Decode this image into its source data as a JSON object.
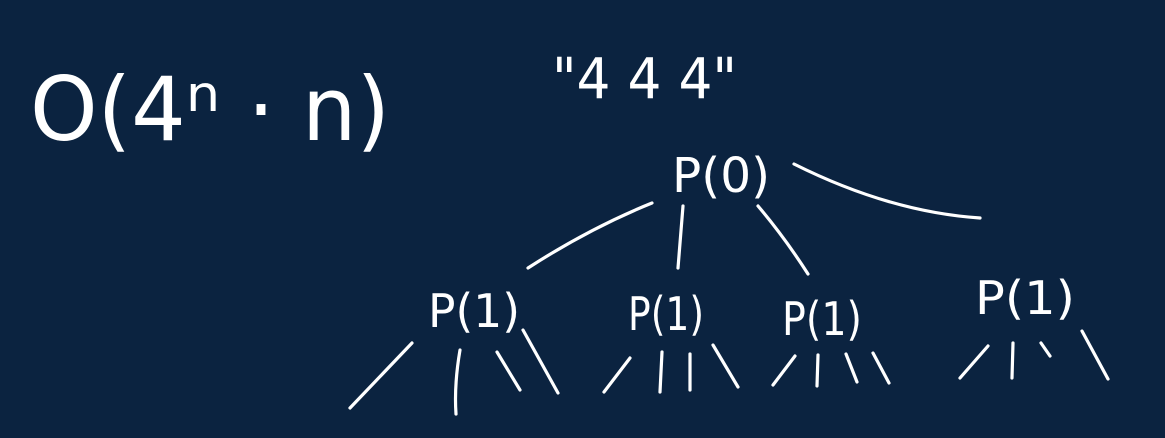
{
  "canvas": {
    "background": "#0b2340",
    "ink_color": "#ffffff"
  },
  "complexity": {
    "text": "O(4ⁿ · n)"
  },
  "input_string": {
    "text": "\"4 4 4\""
  },
  "tree": {
    "root": {
      "label": "P(0)"
    },
    "children": [
      {
        "label": "P(1)"
      },
      {
        "label": "P(1)"
      },
      {
        "label": "P(1)"
      },
      {
        "label": "P(1)"
      }
    ]
  }
}
